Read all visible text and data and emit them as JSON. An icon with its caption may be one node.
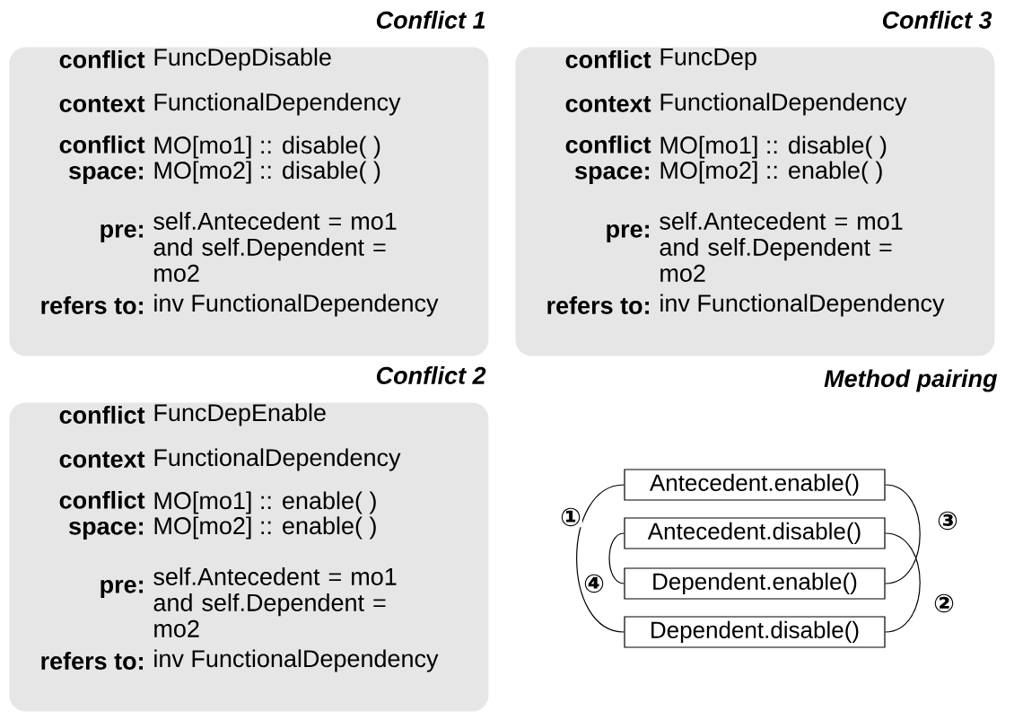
{
  "diagram": {
    "nodes": [
      {
        "text": [
          "Conflict 1",
          "conflict",
          "FuncDepDisable",
          "context",
          "FunctionalDependency",
          "conflict space:",
          "MO[mo1] :: disable( )",
          "MO[mo2] :: disable( )",
          "pre:",
          "self.Antecedent = mo1 and self.Dependent = mo2",
          "refers to:",
          "inv FunctionalDependency"
        ]
      },
      {
        "text": [
          "Conflict 3",
          "conflict",
          "FuncDep",
          "context",
          "FunctionalDependency",
          "conflict space:",
          "MO[mo1] :: disable( )",
          "MO[mo2] :: enable( )",
          "pre:",
          "self.Antecedent = mo1 and self.Dependent = mo2",
          "refers to:",
          "inv FunctionalDependency"
        ]
      },
      {
        "text": [
          "Conflict 2",
          "conflict",
          "FuncDepEnable",
          "context",
          "FunctionalDependency",
          "conflict space:",
          "MO[mo1] :: enable( )",
          "MO[mo2] :: enable( )",
          "pre:",
          "self.Antecedent = mo1 and self.Dependent = mo2",
          "refers to:",
          "inv FunctionalDependency"
        ]
      },
      {
        "text": [
          "Antecedent.enable()"
        ]
      },
      {
        "text": [
          "Antecedent.disable()"
        ]
      },
      {
        "text": [
          "Dependent.enable()"
        ]
      },
      {
        "text": [
          "Dependent.disable()"
        ]
      }
    ],
    "edges": [
      {
        "from": 3,
        "to": 6,
        "arrow": "none",
        "label": "①"
      },
      {
        "from": 4,
        "to": 6,
        "arrow": "none",
        "label": "②"
      },
      {
        "from": 3,
        "to": 5,
        "arrow": "none",
        "label": "③"
      },
      {
        "from": 4,
        "to": 5,
        "arrow": "none",
        "label": "④"
      }
    ],
    "labels": [
      "Method pairing"
    ]
  }
}
